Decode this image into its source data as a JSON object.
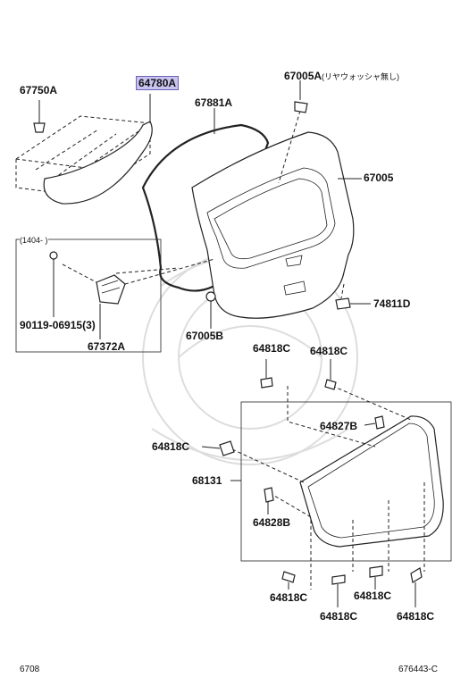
{
  "labels": {
    "l67750A": "67750A",
    "l64780A": "64780A",
    "l67881A": "67881A",
    "l67005A": "67005A",
    "l67005A_note": "(リヤウォッシャ無し)",
    "l67005": "67005",
    "l1404": "(1404-     )",
    "l90119": "90119-06915(3)",
    "l67372A": "67372A",
    "l67005B": "67005B",
    "l74811D": "74811D",
    "l64818C_a": "64818C",
    "l64818C_b": "64818C",
    "l64827B": "64827B",
    "l64818C_c": "64818C",
    "l68131": "68131",
    "l64828B": "64828B",
    "l64818C_d": "64818C",
    "l64818C_e": "64818C",
    "l64818C_f": "64818C",
    "l64818C_g": "64818C"
  },
  "footer": {
    "left": "6708",
    "right": "676443-C"
  },
  "highlight_color": "#c9c3f0"
}
